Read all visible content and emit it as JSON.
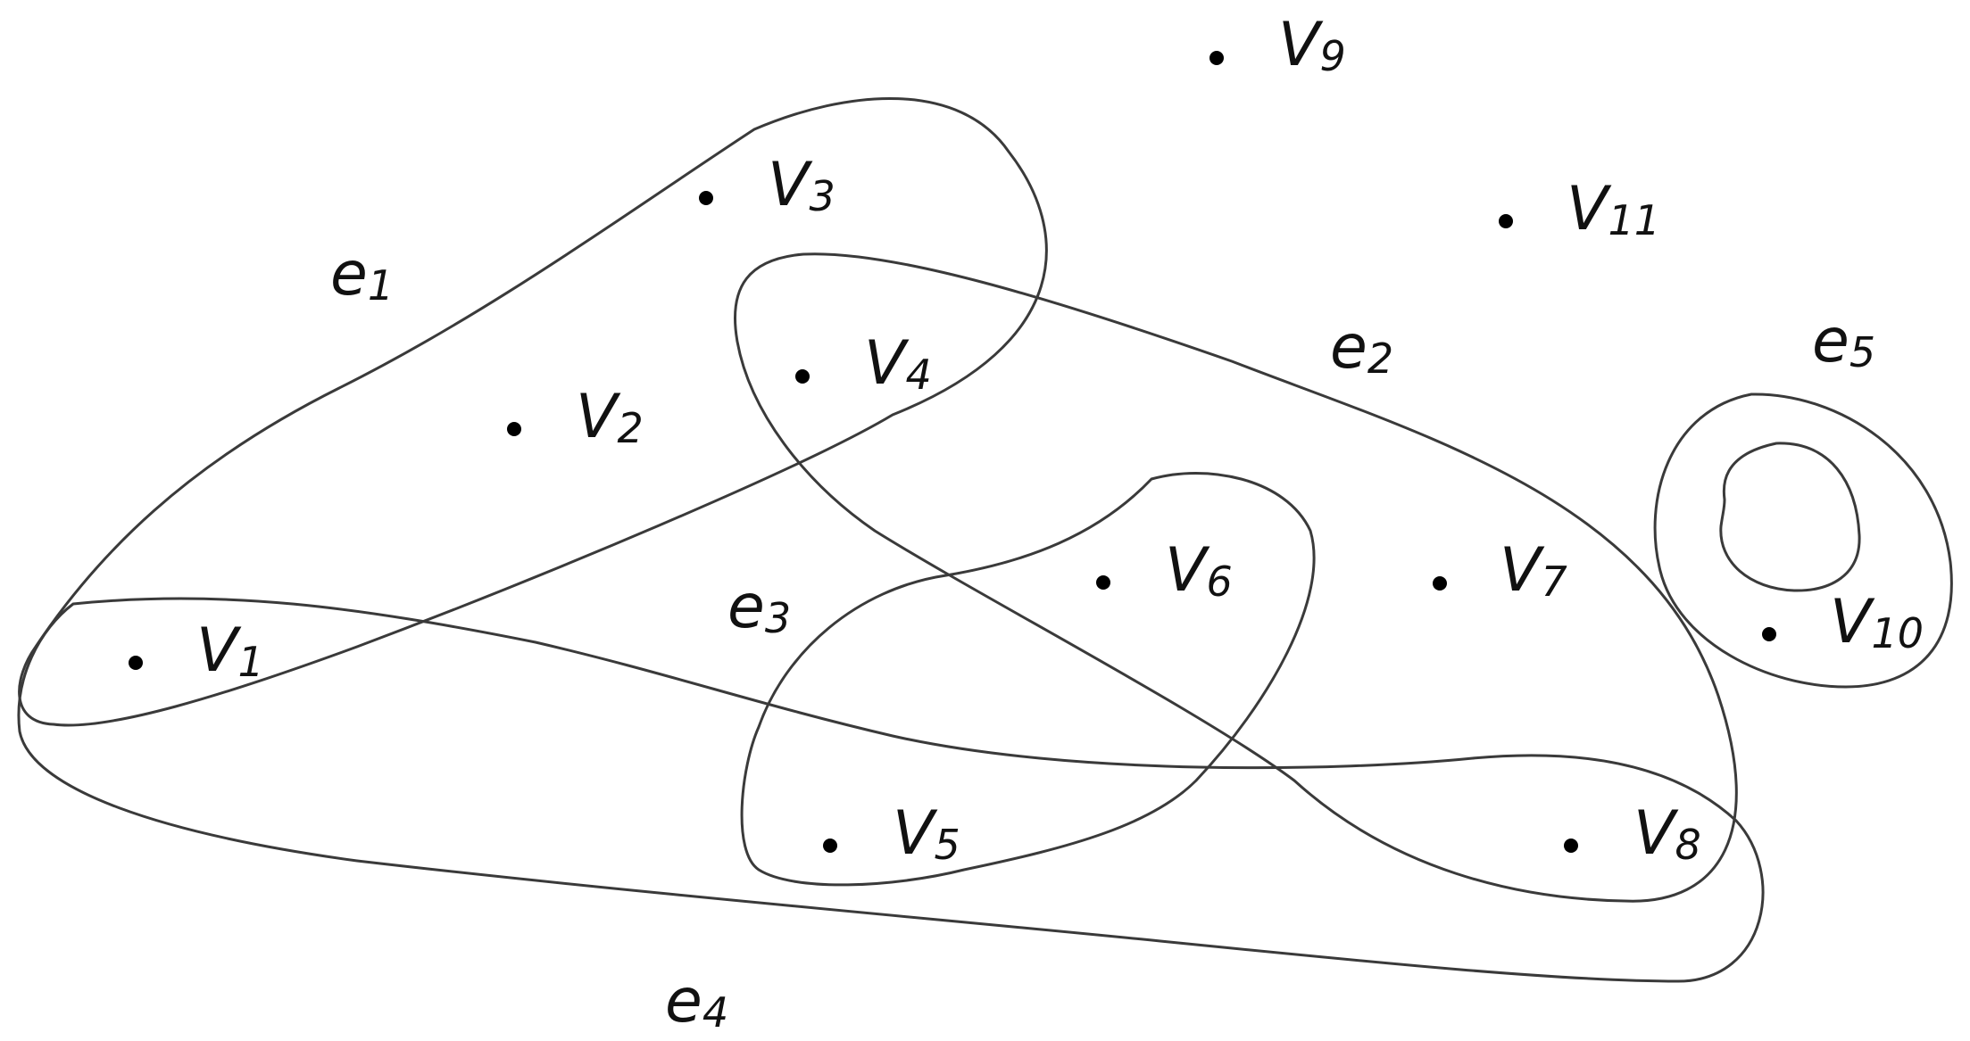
{
  "style": {
    "stroke_color": "#3a3a3a",
    "dot_color": "#000000",
    "text_color": "#111111"
  },
  "vertices": [
    {
      "id": "v1",
      "letter": "V",
      "sub": "1"
    },
    {
      "id": "v2",
      "letter": "V",
      "sub": "2"
    },
    {
      "id": "v3",
      "letter": "V",
      "sub": "3"
    },
    {
      "id": "v4",
      "letter": "V",
      "sub": "4"
    },
    {
      "id": "v5",
      "letter": "V",
      "sub": "5"
    },
    {
      "id": "v6",
      "letter": "V",
      "sub": "6"
    },
    {
      "id": "v7",
      "letter": "V",
      "sub": "7"
    },
    {
      "id": "v8",
      "letter": "V",
      "sub": "8"
    },
    {
      "id": "v9",
      "letter": "V",
      "sub": "9"
    },
    {
      "id": "v10",
      "letter": "V",
      "sub": "10"
    },
    {
      "id": "v11",
      "letter": "V",
      "sub": "11"
    }
  ],
  "hyperedges": [
    {
      "id": "e1",
      "letter": "e",
      "sub": "1"
    },
    {
      "id": "e2",
      "letter": "e",
      "sub": "2"
    },
    {
      "id": "e3",
      "letter": "e",
      "sub": "3"
    },
    {
      "id": "e4",
      "letter": "e",
      "sub": "4"
    },
    {
      "id": "e5",
      "letter": "e",
      "sub": "5"
    }
  ]
}
